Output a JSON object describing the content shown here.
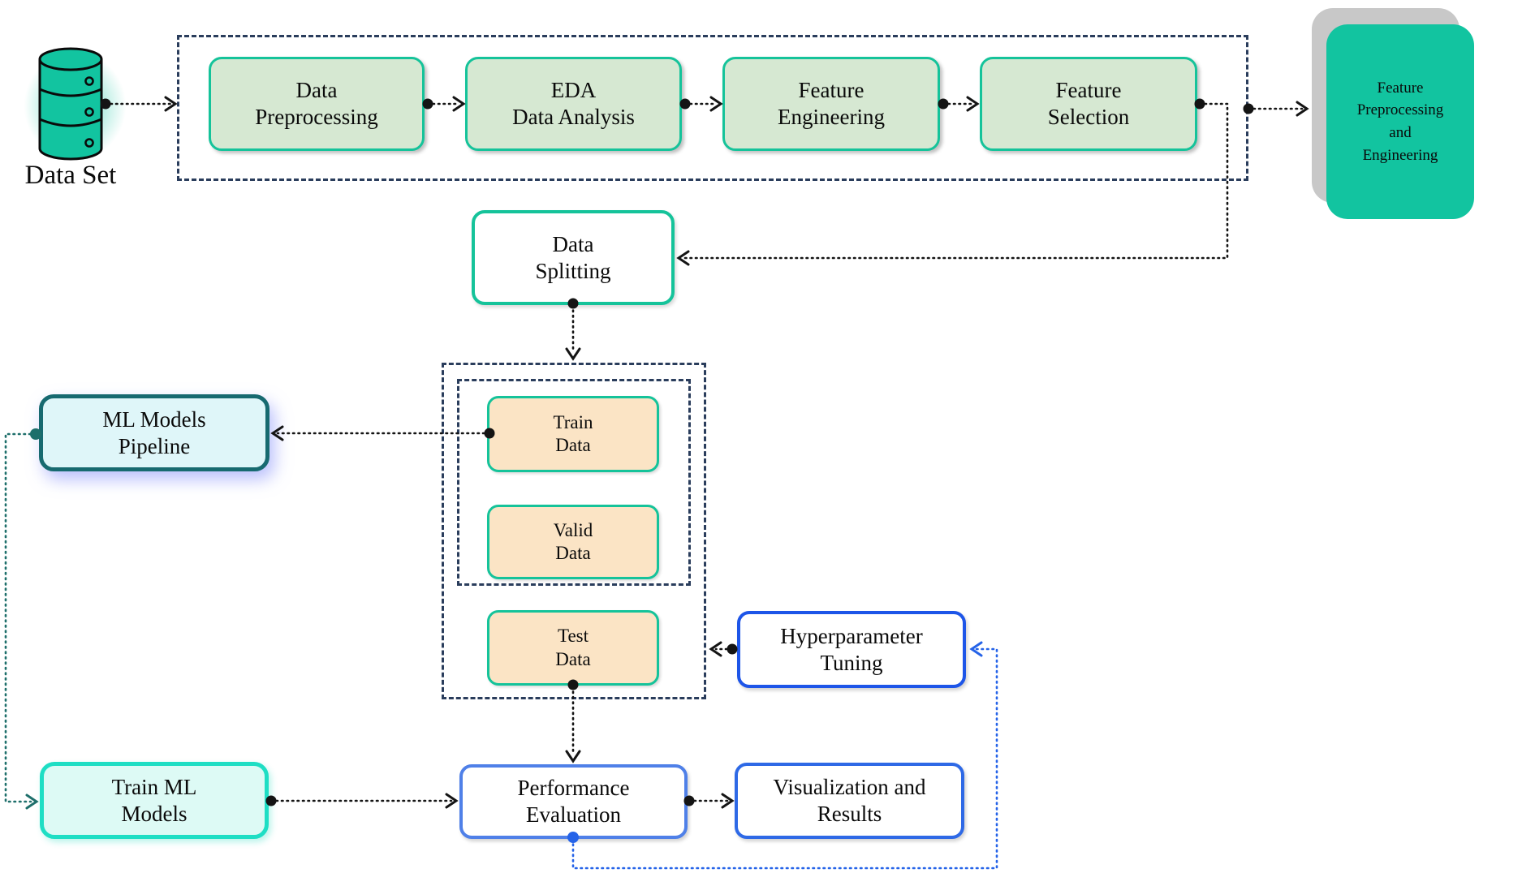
{
  "diagram_title": "",
  "colors": {
    "green_fill": "#d6e8d2",
    "green_border": "#15c39a",
    "orange_fill": "#fbe4c5",
    "teal_box_fill": "#12c4a0",
    "shadow_card": "#c8c8c8",
    "cyan_fill": "#dff6f9",
    "dark_teal_border": "#176a70",
    "cyan_fill2": "#ddfaf5",
    "bright_teal_border": "#1edec4",
    "blue_border": "#1d55e8",
    "blue_border_mid": "#2e69e6",
    "blue_border_light": "#4f80e8",
    "dashed_border": "#2a3d5c",
    "connector_black": "#141414",
    "connector_teal": "#1e6f6b",
    "connector_blue": "#2563e8",
    "db_icon_fill": "#12c4a0",
    "background": "#ffffff"
  },
  "nodes": {
    "dataset": {
      "label": "Data Set"
    },
    "data_preprocessing": {
      "line1": "Data",
      "line2": "Preprocessing"
    },
    "eda": {
      "line1": "EDA",
      "line2": "Data Analysis"
    },
    "feature_engineering": {
      "line1": "Feature",
      "line2": "Engineering"
    },
    "feature_selection": {
      "line1": "Feature",
      "line2": "Selection"
    },
    "feature_prep_eng": {
      "line1": "Feature",
      "line2": "Preprocessing",
      "line3": "and",
      "line4": "Engineering"
    },
    "data_splitting": {
      "line1": "Data",
      "line2": "Splitting"
    },
    "train_data": {
      "line1": "Train",
      "line2": "Data"
    },
    "valid_data": {
      "line1": "Valid",
      "line2": "Data"
    },
    "test_data": {
      "line1": "Test",
      "line2": "Data"
    },
    "ml_models_pipeline": {
      "line1": "ML Models",
      "line2": "Pipeline"
    },
    "hyperparameter_tuning": {
      "line1": "Hyperparameter",
      "line2": "Tuning"
    },
    "train_ml_models": {
      "line1": "Train ML",
      "line2": "Models"
    },
    "performance_evaluation": {
      "line1": "Performance",
      "line2": "Evaluation"
    },
    "visualization_results": {
      "line1": "Visualization and",
      "line2": "Results"
    }
  }
}
